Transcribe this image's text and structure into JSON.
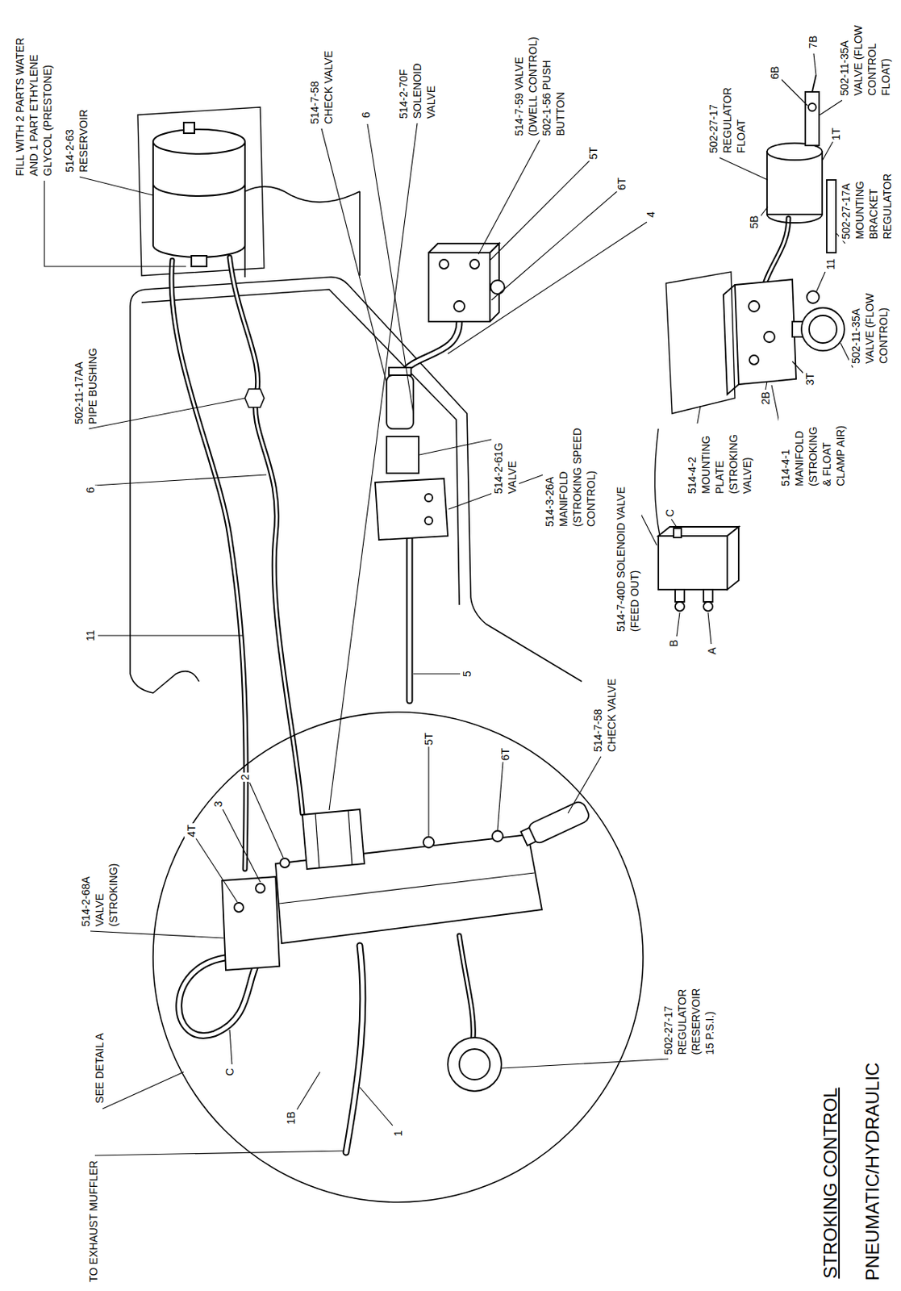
{
  "diagram": {
    "title": "STROKING CONTROL",
    "caption": "PNEUMATIC/HYDRAULIC",
    "labels": [
      "FILL WITH 2 PARTS WATER AND 1 PART ETHYLENE GLYCOL (PRESTONE)",
      "514-2-63 RESERVOIR",
      "514-7-58 CHECK VALVE",
      "6",
      "514-2-70F SOLENOID VALVE",
      "514-7-59 VALVE (DWELL CONTROL) 502-1-56 PUSH BUTTON",
      "5T",
      "6T",
      "4",
      "502-27-17 REGULATOR FLOAT",
      "7B",
      "6B",
      "502-11-35A VALVE (FLOW CONTROL FLOAT)",
      "1T",
      "502-27-17A MOUNTING BRACKET REGULATOR",
      "5B",
      "11",
      "502-11-35A VALVE (FLOW CONTROL)",
      "3T",
      "2B",
      "514-4-1 MANIFOLD (STROKING & FLOAT CLAMP AIR)",
      "514-4-2 MOUNTING PLATE (STROKING VALVE)",
      "502-11-17AA PIPE BUSHING",
      "6",
      "514-2-61G VALVE",
      "514-3-26A MANIFOLD (STROKING SPEED CONTROL)",
      "514-7-40D SOLENOID VALVE (FEED OUT)",
      "C",
      "B",
      "A",
      "11",
      "5",
      "514-7-58 CHECK VALVE",
      "5T",
      "6T",
      "2",
      "3",
      "4T",
      "514-2-68A VALVE (STROKING)",
      "502-27-17 REGULATOR (RESERVOIR 15 P.S.I.)",
      "SEE DETAIL A",
      "C",
      "1B",
      "1",
      "TO EXHAUST MUFFLER"
    ]
  }
}
